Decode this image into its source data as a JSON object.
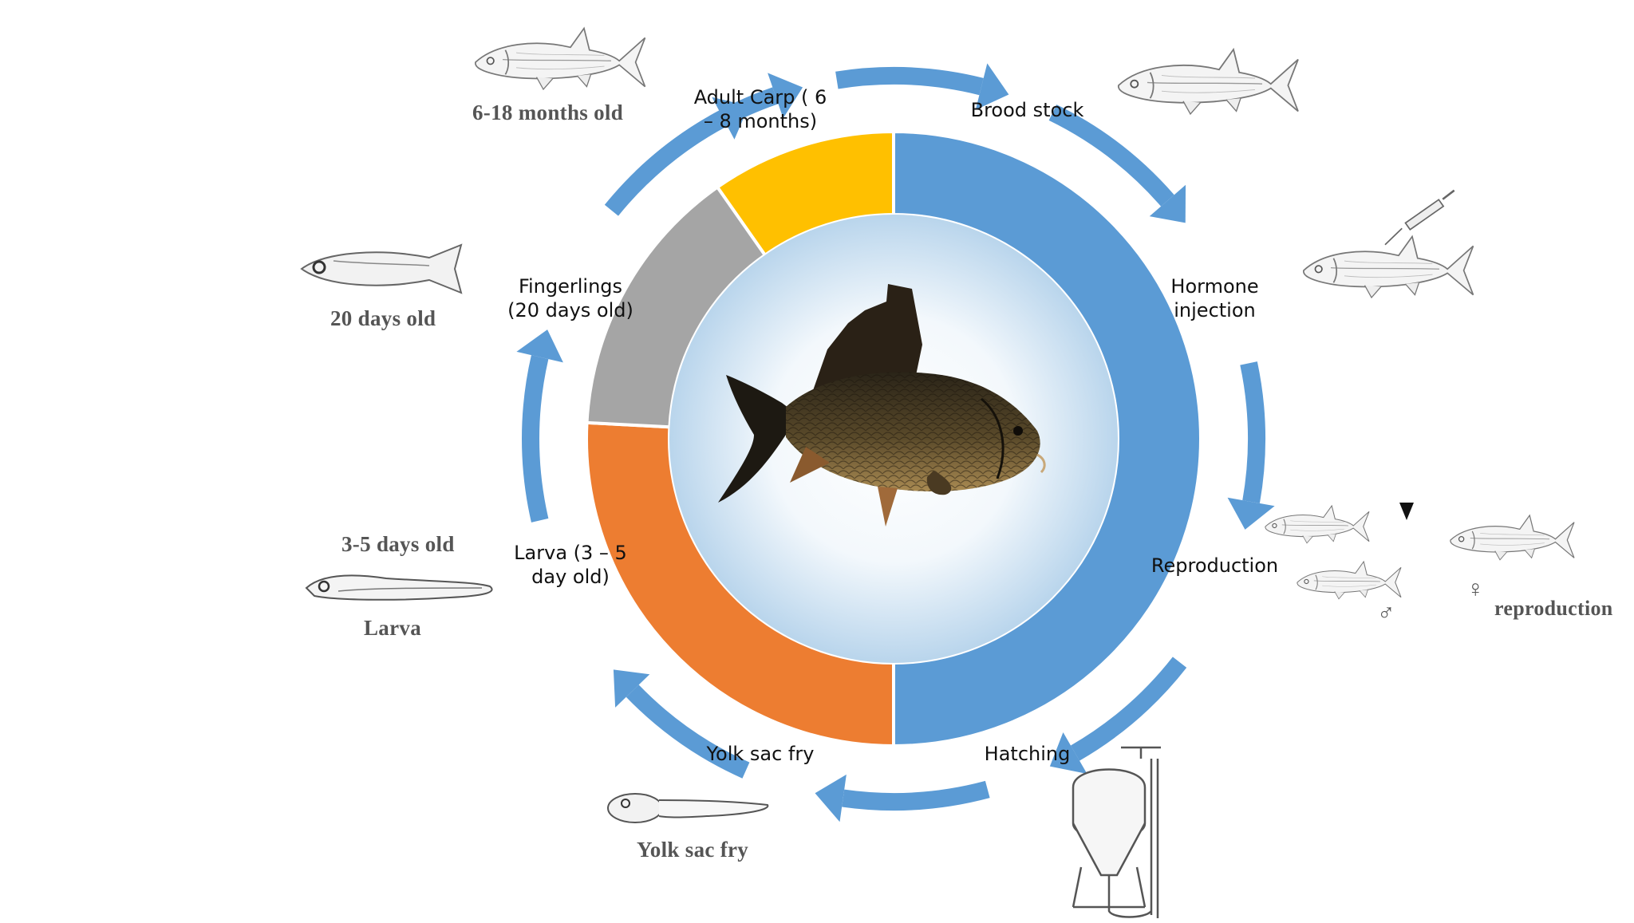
{
  "diagram": {
    "center_image": "common-carp-photo",
    "ring_segments": [
      {
        "stage": "Adult Carp",
        "color": "#FFC000"
      },
      {
        "stage": "Brood stock to Hatching",
        "color": "#5B9BD5"
      },
      {
        "stage": "Yolk sac fry and Larva",
        "color": "#ED7D31"
      },
      {
        "stage": "Fingerlings",
        "color": "#A5A5A5"
      }
    ],
    "arrow_color": "#5B9BD5",
    "stages": {
      "adult_carp": "Adult Carp ( 6\n– 8 months)",
      "brood_stock": "Brood stock",
      "hormone_injection": "Hormone\ninjection",
      "reproduction": "Reproduction",
      "hatching": "Hatching",
      "yolk_sac_fry": "Yolk sac fry",
      "larva": "Larva  (3 – 5\nday old)",
      "fingerlings": "Fingerlings\n(20 days old)"
    },
    "sketch_labels": {
      "months_old": "6-18 months old",
      "days20": "20 days old",
      "days3_5": "3-5 days old",
      "larva": "Larva",
      "yolk_sac_fry": "Yolk sac fry",
      "reproduction": "reproduction",
      "male_symbol": "♂",
      "female_symbol": "♀"
    }
  }
}
